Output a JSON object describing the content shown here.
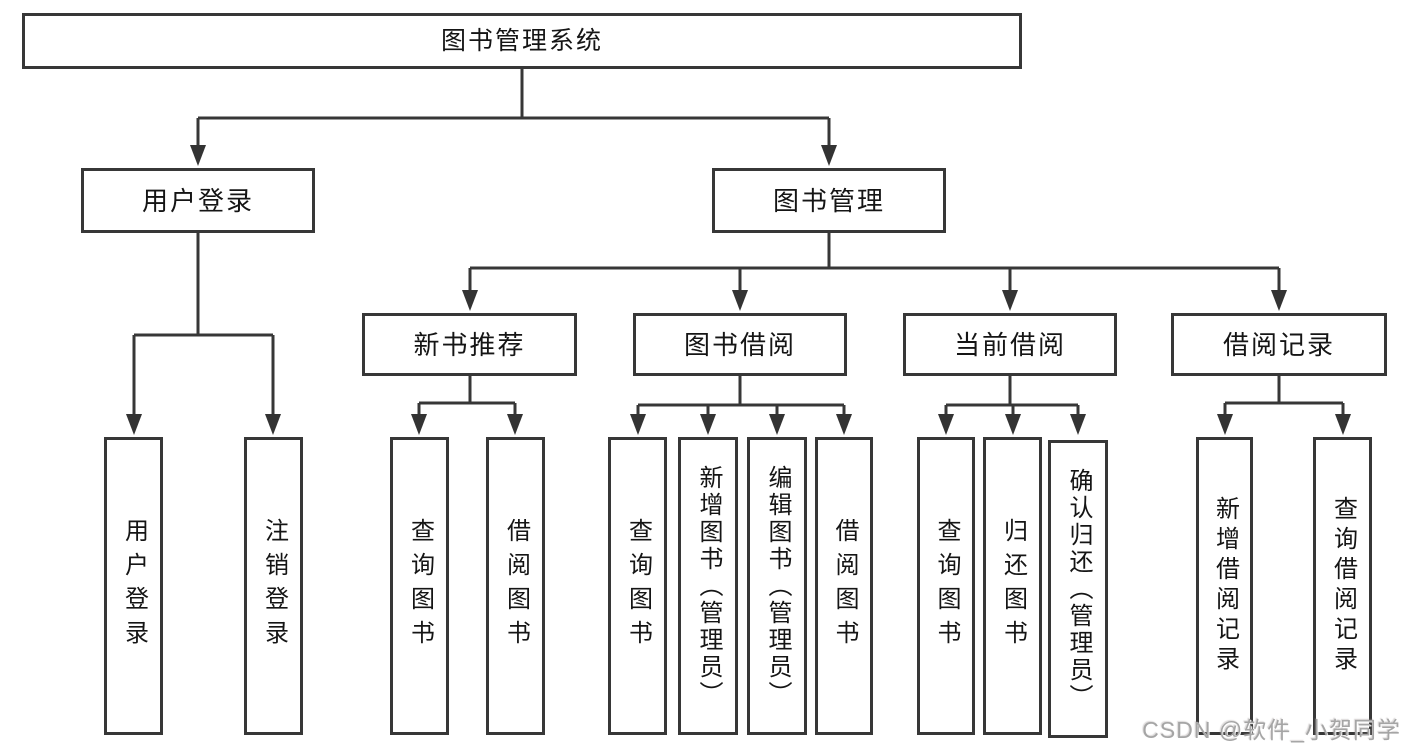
{
  "watermark": "CSDN @软件_小贺同学",
  "colors": {
    "line": "#373737",
    "box_border": "#373737",
    "text": "#151515",
    "watermark_text": "#a5a5a5",
    "background": "#ffffff"
  },
  "tree": {
    "label": "图书管理系统",
    "children": [
      {
        "label": "用户登录",
        "children": [
          {
            "label": "用户登录"
          },
          {
            "label": "注销登录"
          }
        ]
      },
      {
        "label": "图书管理",
        "children": [
          {
            "label": "新书推荐",
            "children": [
              {
                "label": "查询图书"
              },
              {
                "label": "借阅图书"
              }
            ]
          },
          {
            "label": "图书借阅",
            "children": [
              {
                "label": "查询图书"
              },
              {
                "label": "新增图书（管理员）"
              },
              {
                "label": "编辑图书（管理员）"
              },
              {
                "label": "借阅图书"
              }
            ]
          },
          {
            "label": "当前借阅",
            "children": [
              {
                "label": "查询图书"
              },
              {
                "label": "归还图书"
              },
              {
                "label": "确认归还（管理员）"
              }
            ]
          },
          {
            "label": "借阅记录",
            "children": [
              {
                "label": "新增借阅记录"
              },
              {
                "label": "查询借阅记录"
              }
            ]
          }
        ]
      }
    ]
  }
}
